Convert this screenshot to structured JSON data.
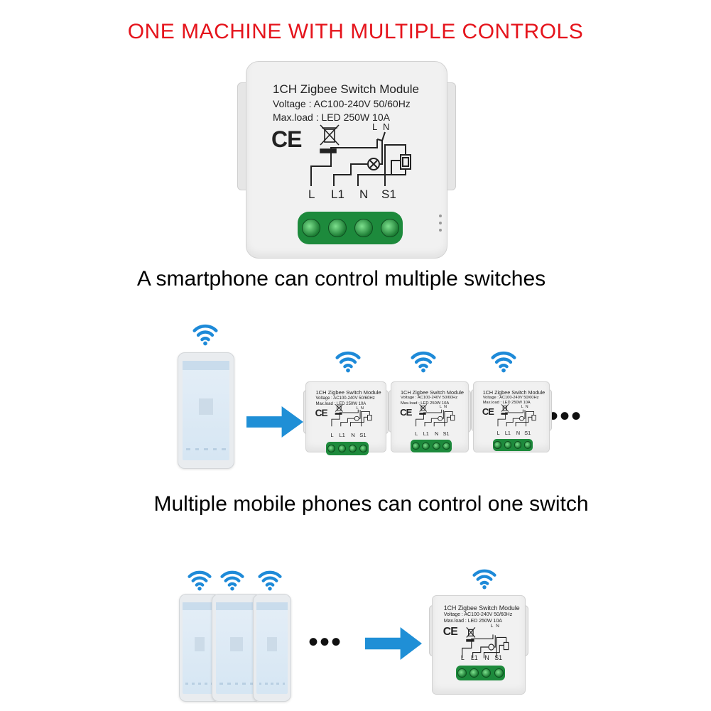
{
  "title": "ONE MACHINE WITH MULTIPLE CONTROLS",
  "heading_1": "A smartphone can control multiple switches",
  "heading_2": "Multiple mobile phones can control one switch",
  "module": {
    "name": "1CH Zigbee Switch Module",
    "voltage": "Voltage : AC100-240V 50/60Hz",
    "max_load": "Max.load : LED 250W  10A",
    "ce_mark": "CE",
    "top_labels": [
      "L",
      "N"
    ],
    "terminal_labels": [
      "L",
      "L1",
      "N",
      "S1"
    ]
  },
  "more_indicator": "•••",
  "colors": {
    "title_red": "#e5141c",
    "arrow_blue": "#1f8fd6",
    "wifi_blue": "#1e8ad8",
    "terminal_green": "#1d8a3c"
  },
  "icons": [
    "wifi-icon",
    "arrow-right-icon",
    "weee-bin-icon",
    "ce-mark-icon"
  ]
}
